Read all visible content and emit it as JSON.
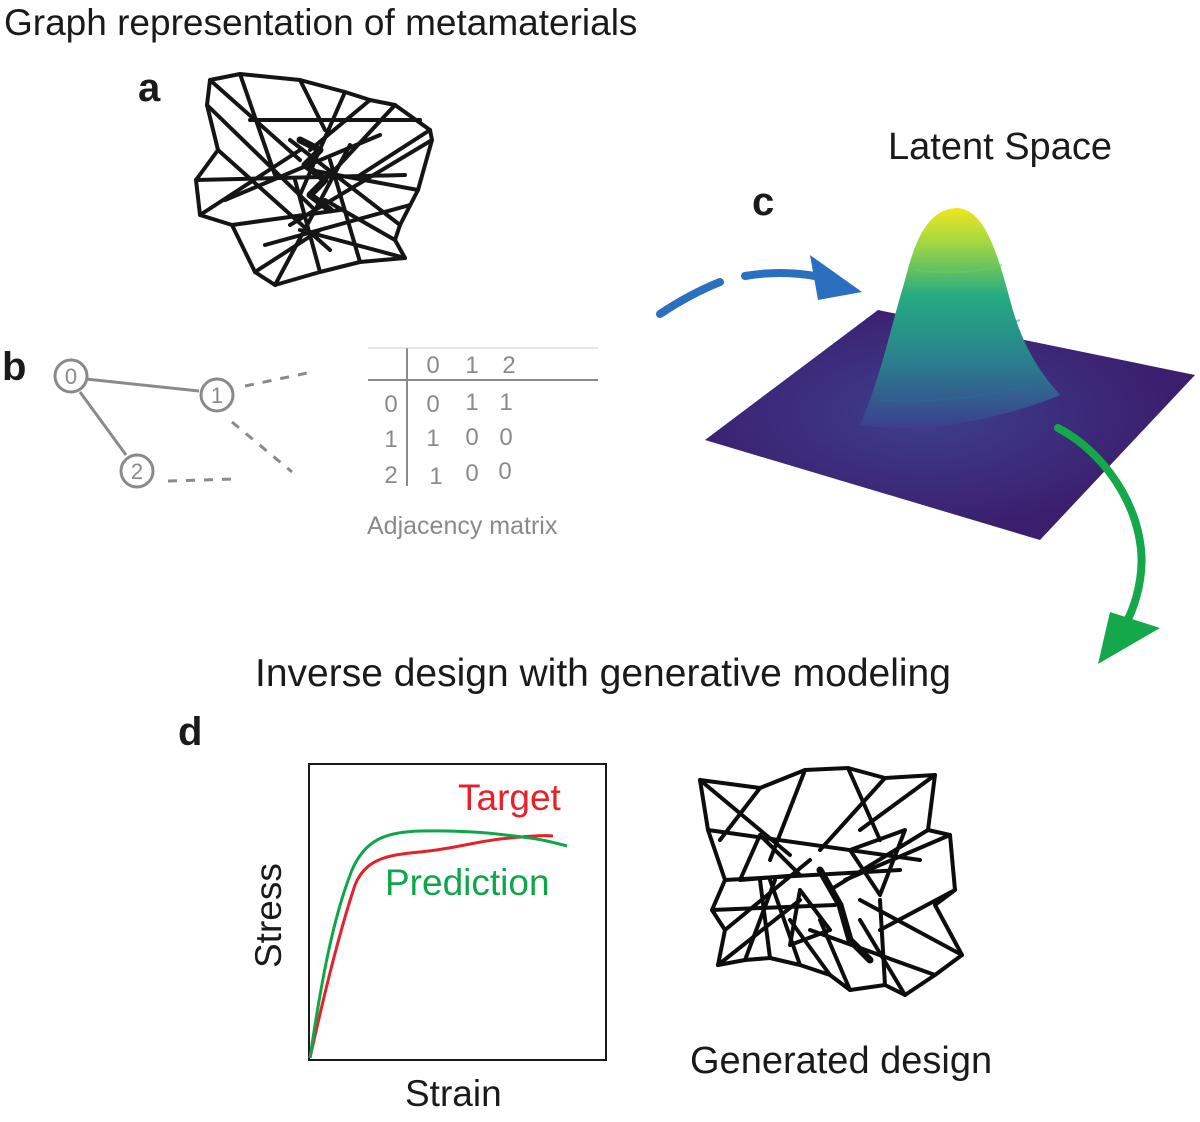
{
  "titles": {
    "graph_representation": "Graph representation of metamaterials",
    "latent_space": "Latent Space",
    "inverse_design": "Inverse design with generative modeling"
  },
  "panel_labels": {
    "a": "a",
    "b": "b",
    "c": "c",
    "d": "d"
  },
  "graph_example": {
    "nodes": [
      "0",
      "1",
      "2"
    ],
    "edges": [
      [
        "0",
        "1"
      ],
      [
        "0",
        "2"
      ]
    ]
  },
  "adjacency_matrix": {
    "caption": "Adjacency matrix",
    "col_headers": [
      "0",
      "1",
      "2"
    ],
    "row_headers": [
      "0",
      "1",
      "2"
    ],
    "rows": [
      [
        "0",
        "1",
        "1"
      ],
      [
        "1",
        "0",
        "0"
      ],
      [
        "1",
        "0",
        "0"
      ]
    ]
  },
  "stress_strain_plot": {
    "xlabel": "Strain",
    "ylabel": "Stress",
    "series": [
      {
        "name": "Target",
        "color": "#e8202a"
      },
      {
        "name": "Prediction",
        "color": "#0fa64a"
      }
    ]
  },
  "generated_design": {
    "caption": "Generated design"
  },
  "colors": {
    "graph_gray": "#8a8a8a",
    "arrow_blue": "#2a6fc0",
    "arrow_green": "#14a84a",
    "surface_base": "#3b1f6e",
    "surface_peak": "#f1e51d"
  }
}
